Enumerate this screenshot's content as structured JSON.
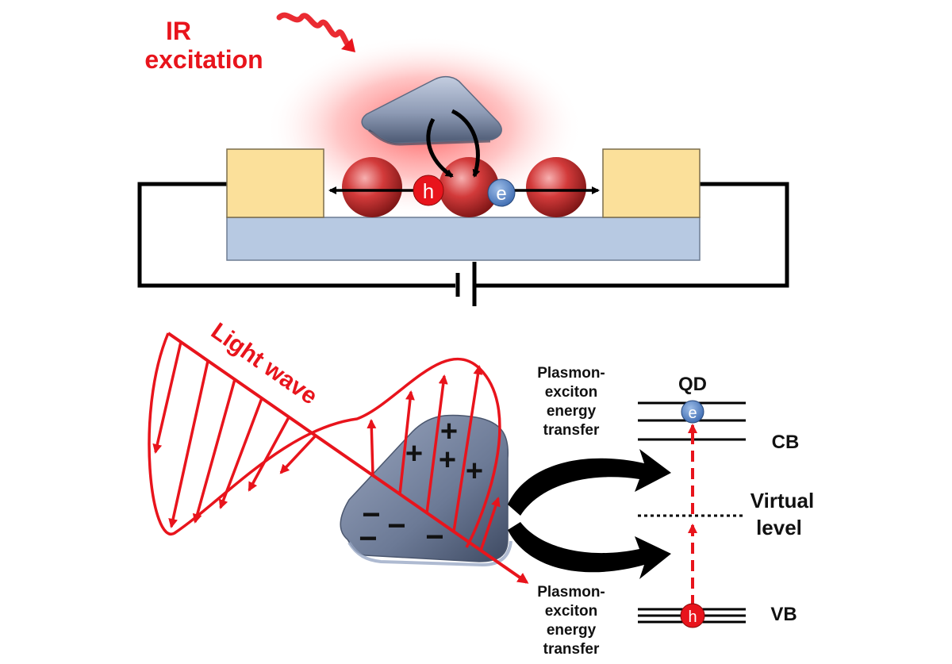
{
  "top": {
    "ir_label_line1": "IR",
    "ir_label_line2": "excitation",
    "hole_label": "h",
    "electron_label": "e"
  },
  "bottom": {
    "light_wave_label": "Light wave",
    "transfer_top": [
      "Plasmon-",
      "exciton",
      "energy",
      "transfer"
    ],
    "transfer_bottom": [
      "Plasmon-",
      "exciton",
      "energy",
      "transfer"
    ],
    "qd_label": "QD",
    "cb_label": "CB",
    "virtual_label_line1": "Virtual",
    "virtual_label_line2": "level",
    "vb_label": "VB",
    "electron_label": "e",
    "hole_label": "h",
    "plus_sign": "+",
    "minus_sign": "−"
  },
  "colors": {
    "red": "#e8141c",
    "gold": "#fbe09a",
    "substrate": "#b7c9e2",
    "electron": "#4f7fc5",
    "plasmon": "#8a96ad",
    "black": "#000000"
  }
}
